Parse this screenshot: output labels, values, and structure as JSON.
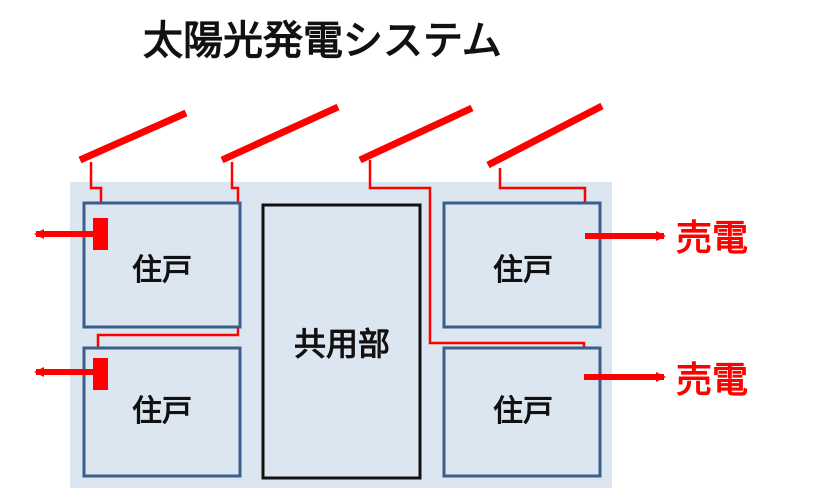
{
  "title": "太陽光発電システム",
  "units": {
    "top_left": "住戸",
    "bottom_left": "住戸",
    "top_right": "住戸",
    "bottom_right": "住戸"
  },
  "common_area": "共用部",
  "sell": {
    "top": "売電",
    "bottom": "売電"
  },
  "colors": {
    "wire_red": "#ff0000",
    "building_fill": "#dce6f1",
    "unit_border": "#3a5f8a",
    "common_border": "#111111"
  }
}
